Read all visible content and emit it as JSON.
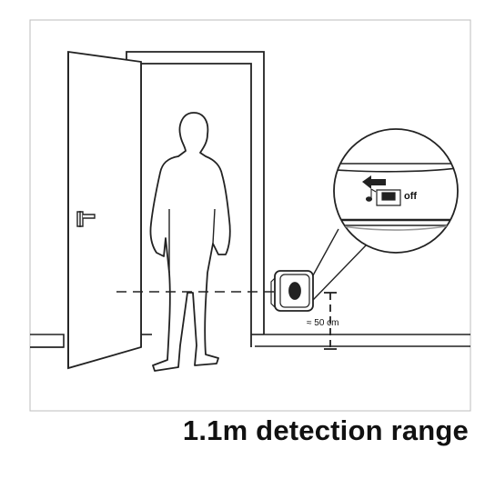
{
  "diagram": {
    "caption": "1.1m detection range",
    "height_label": "≈ 50 cm",
    "switch_label": "off",
    "colors": {
      "line": "#222222",
      "frame": "#bdbdbd",
      "text": "#111111"
    },
    "icons": [
      "door-icon",
      "person-icon",
      "sensor-device-icon",
      "music-note-icon",
      "arrow-left-icon"
    ]
  }
}
